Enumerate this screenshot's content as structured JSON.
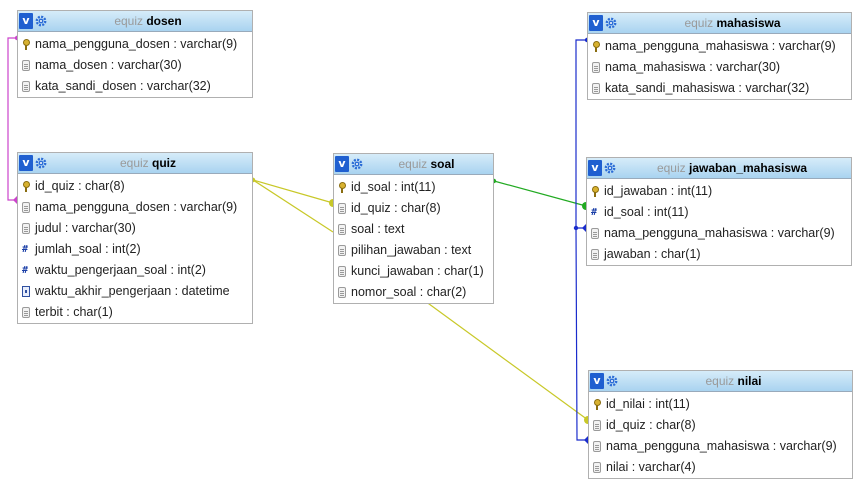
{
  "colors": {
    "link_dosen_quiz": "#cc44cc",
    "link_quiz_soal": "#c8c828",
    "link_soal_jawaban": "#22aa22",
    "link_mahasiswa": "#1a2ccc"
  },
  "tables": [
    {
      "key": "dosen",
      "db": "equiz",
      "name": "dosen",
      "columns": [
        {
          "icon": "key-icon",
          "text": "nama_pengguna_dosen : varchar(9)"
        },
        {
          "icon": "text-icon",
          "text": "nama_dosen : varchar(30)"
        },
        {
          "icon": "text-icon",
          "text": "kata_sandi_dosen : varchar(32)"
        }
      ]
    },
    {
      "key": "quiz",
      "db": "equiz",
      "name": "quiz",
      "columns": [
        {
          "icon": "key-icon",
          "text": "id_quiz : char(8)"
        },
        {
          "icon": "text-icon",
          "text": "nama_pengguna_dosen : varchar(9)"
        },
        {
          "icon": "text-icon",
          "text": "judul : varchar(30)"
        },
        {
          "icon": "number-icon",
          "text": "jumlah_soal : int(2)"
        },
        {
          "icon": "number-icon",
          "text": "waktu_pengerjaan_soal : int(2)"
        },
        {
          "icon": "date-icon",
          "text": "waktu_akhir_pengerjaan : datetime"
        },
        {
          "icon": "text-icon",
          "text": "terbit : char(1)"
        }
      ]
    },
    {
      "key": "soal",
      "db": "equiz",
      "name": "soal",
      "columns": [
        {
          "icon": "key-icon",
          "text": "id_soal : int(11)"
        },
        {
          "icon": "text-icon",
          "text": "id_quiz : char(8)"
        },
        {
          "icon": "text-icon",
          "text": "soal : text"
        },
        {
          "icon": "text-icon",
          "text": "pilihan_jawaban : text"
        },
        {
          "icon": "text-icon",
          "text": "kunci_jawaban : char(1)"
        },
        {
          "icon": "text-icon",
          "text": "nomor_soal : char(2)"
        }
      ]
    },
    {
      "key": "mahasiswa",
      "db": "equiz",
      "name": "mahasiswa",
      "columns": [
        {
          "icon": "key-icon",
          "text": "nama_pengguna_mahasiswa : varchar(9)"
        },
        {
          "icon": "text-icon",
          "text": "nama_mahasiswa : varchar(30)"
        },
        {
          "icon": "text-icon",
          "text": "kata_sandi_mahasiswa : varchar(32)"
        }
      ]
    },
    {
      "key": "jawaban_mahasiswa",
      "db": "equiz",
      "name": "jawaban_mahasiswa",
      "columns": [
        {
          "icon": "key-icon",
          "text": "id_jawaban : int(11)"
        },
        {
          "icon": "number-icon",
          "text": "id_soal : int(11)"
        },
        {
          "icon": "text-icon",
          "text": "nama_pengguna_mahasiswa : varchar(9)"
        },
        {
          "icon": "text-icon",
          "text": "jawaban : char(1)"
        }
      ]
    },
    {
      "key": "nilai",
      "db": "equiz",
      "name": "nilai",
      "columns": [
        {
          "icon": "key-icon",
          "text": "id_nilai : int(11)"
        },
        {
          "icon": "text-icon",
          "text": "id_quiz : char(8)"
        },
        {
          "icon": "text-icon",
          "text": "nama_pengguna_mahasiswa : varchar(9)"
        },
        {
          "icon": "text-icon",
          "text": "nilai : varchar(4)"
        }
      ]
    }
  ]
}
